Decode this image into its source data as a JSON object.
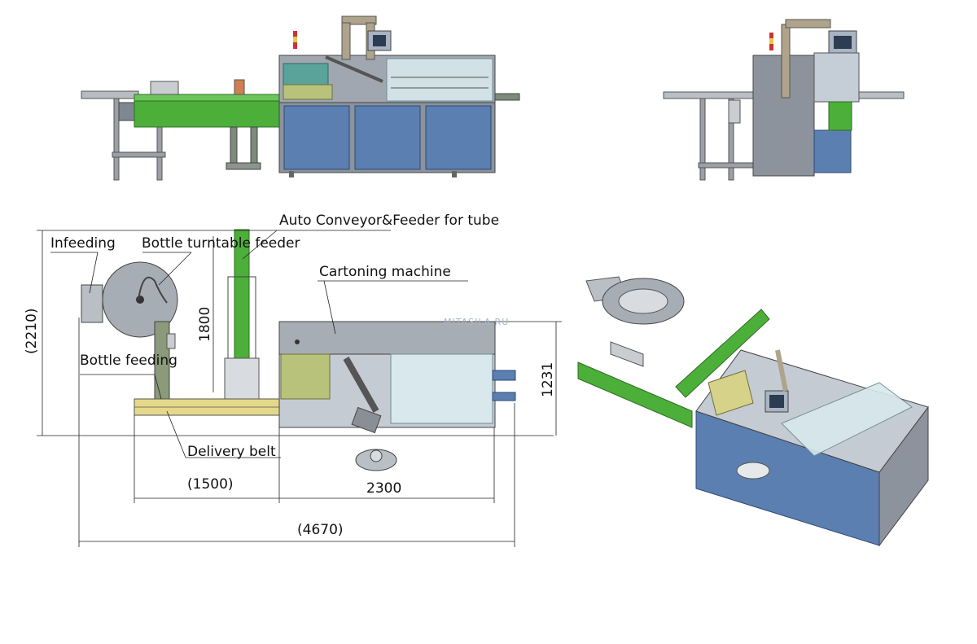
{
  "labels": {
    "infeeding": "Infeeding",
    "turntable": "Bottle turntable feeder",
    "conveyor": "Auto Conveyor&Feeder for tube",
    "cartoning": "Cartoning machine",
    "bottle_feeding": "Bottle feeding",
    "delivery_belt": "Delivery belt"
  },
  "dimensions": {
    "overall_height": "(2210)",
    "feeder_height": "1800",
    "machine_height": "1231",
    "belt_length": "(1500)",
    "machine_length": "2300",
    "overall_length": "(4670)"
  },
  "watermark": "MITASILA.RU",
  "colors": {
    "machine_blue": "#5b7fb0",
    "conveyor_green": "#4caf3a",
    "frame_gray": "#8a8f96",
    "olive": "#b9c27a",
    "teal": "#5aa39a"
  }
}
